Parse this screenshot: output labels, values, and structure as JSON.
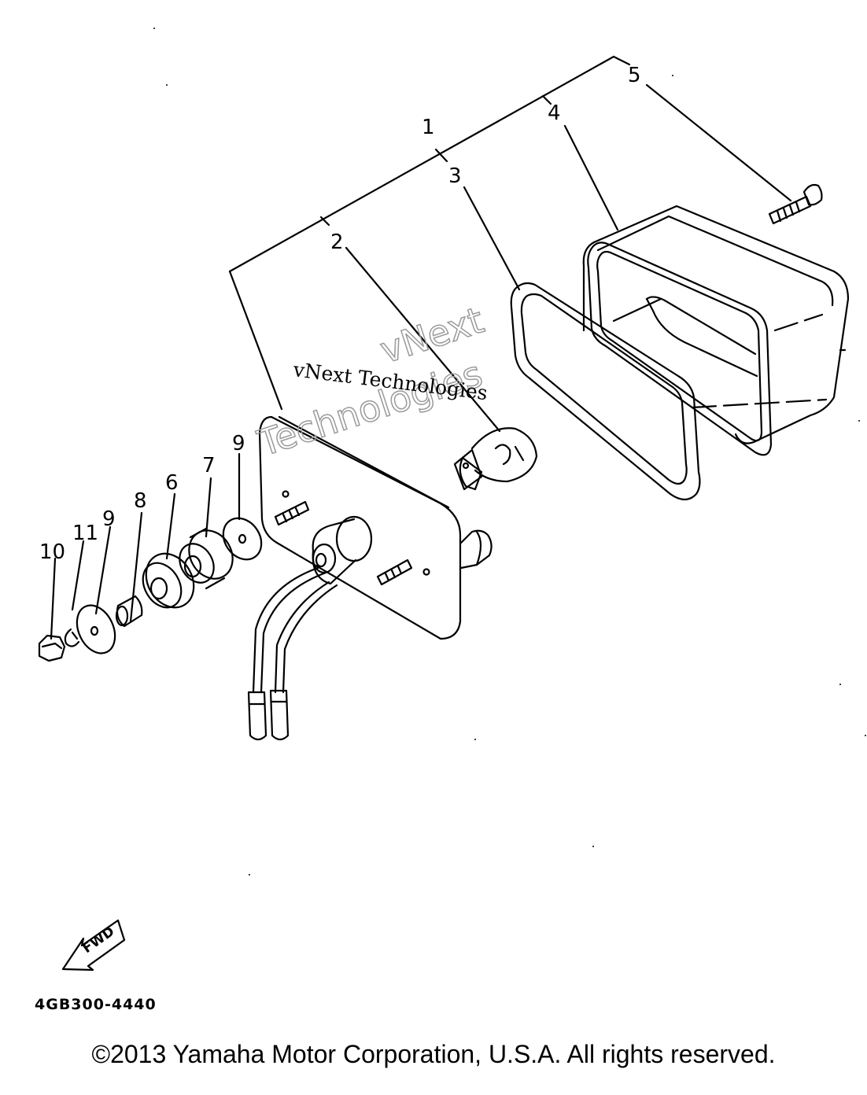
{
  "callouts": [
    {
      "id": "1",
      "label": "1"
    },
    {
      "id": "2",
      "label": "2"
    },
    {
      "id": "3",
      "label": "3"
    },
    {
      "id": "4",
      "label": "4"
    },
    {
      "id": "5",
      "label": "5"
    },
    {
      "id": "6",
      "label": "6"
    },
    {
      "id": "7",
      "label": "7"
    },
    {
      "id": "8",
      "label": "8"
    },
    {
      "id": "9a",
      "label": "9"
    },
    {
      "id": "9b",
      "label": "9"
    },
    {
      "id": "10",
      "label": "10"
    },
    {
      "id": "11",
      "label": "11"
    }
  ],
  "watermark": {
    "line": "vNext Technologies",
    "outline_top": "vNext",
    "outline_bottom": "Technologies"
  },
  "fwd_label": "FWD",
  "diagram_code": "4GB300-4440",
  "copyright": "©2013 Yamaha Motor Corporation, U.S.A. All rights reserved."
}
